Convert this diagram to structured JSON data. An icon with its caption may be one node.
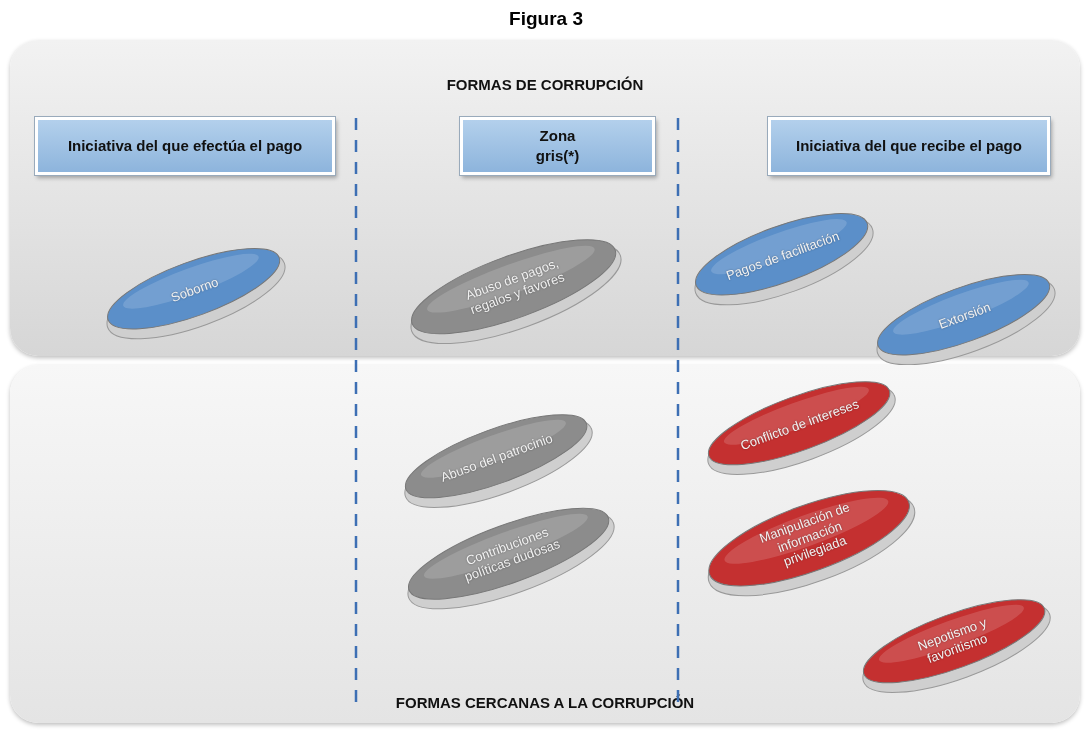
{
  "diagram": {
    "title": "Figura 3",
    "nodes": [
      {
        "text": [
          "FORMAS DE CORRUPCIÓN"
        ]
      },
      {
        "text": [
          "Iniciativa del que efectúa el pago"
        ],
        "in": 0
      },
      {
        "text": [
          "Zona gris(*)"
        ],
        "in": 0
      },
      {
        "text": [
          "Iniciativa del que recibe el pago"
        ],
        "in": 0
      },
      {
        "text": [
          "Soborno"
        ],
        "in": 0
      },
      {
        "text": [
          "Abuso de pagos, regalos y favores"
        ],
        "in": 0
      },
      {
        "text": [
          "Pagos de facilitación"
        ],
        "in": 0
      },
      {
        "text": [
          "Extorsión"
        ],
        "in": 0
      },
      {
        "text": [
          "FORMAS CERCANAS A LA CORRUPCIÓN"
        ]
      },
      {
        "text": [
          "Abuso del patrocinio"
        ],
        "in": 8
      },
      {
        "text": [
          "Contribuciones políticas dudosas"
        ],
        "in": 8
      },
      {
        "text": [
          "Conflicto de intereses"
        ],
        "in": 8
      },
      {
        "text": [
          "Manipulación de información privilegiada"
        ],
        "in": 8
      },
      {
        "text": [
          "Nepotismo y favoritismo"
        ],
        "in": 8
      }
    ],
    "edges": []
  }
}
